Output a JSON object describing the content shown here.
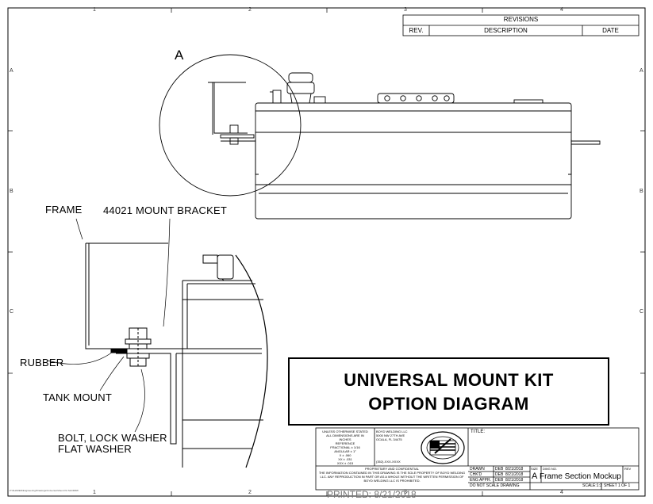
{
  "revisions": {
    "heading": "REVISIONS",
    "col_rev": "REV.",
    "col_description": "DESCRIPTION",
    "col_date": "DATE"
  },
  "zones": {
    "top": [
      "1",
      "2",
      "3",
      "4"
    ],
    "bottom": [
      "1",
      "2",
      "3",
      "4"
    ],
    "left": [
      "A",
      "B",
      "C"
    ],
    "right": [
      "A",
      "B",
      "C"
    ]
  },
  "detail_label": "A",
  "callouts": {
    "frame": "FRAME",
    "mount_bracket": "44021 MOUNT BRACKET",
    "rubber": "RUBBER",
    "tank_mount": "TANK MOUNT",
    "bolt_line1": "BOLT, LOCK WASHER",
    "bolt_line2": "FLAT WASHER"
  },
  "title": {
    "line1": "UNIVERSAL MOUNT KIT",
    "line2": "OPTION DIAGRAM"
  },
  "title_block": {
    "tolerance_lines": [
      "UNLESS OTHERWISE STATED",
      "ALL DIMENSIONS ARE IN",
      "INCHES",
      "REFERENCE",
      "FRACTIONAL ± 1/16",
      "ANGULAR ± 1°",
      "X ± .060",
      "XX ± .031",
      "XXX ± .015"
    ],
    "company_lines": [
      "BOYD WELDING LLC",
      "5000 NW 27TH AVE",
      "OCALA, FL 34475"
    ],
    "phone": "(352)-XXX-XXXX",
    "title_label": "TITLE:",
    "drawn_label": "DRAWN",
    "drawn_by": "DEB",
    "drawn_date": "8/21/2018",
    "chkd_label": "CHK'D",
    "chkd_by": "DEB",
    "chkd_date": "8/21/2018",
    "eng_label": "ENG APPR.",
    "eng_by": "DEB",
    "eng_date": "8/21/2018",
    "size_label": "SIZE",
    "size": "A",
    "dwg_label": "DWG NO.",
    "dwg_no": "Frame Section Mockup",
    "rev_label": "REV",
    "do_not_scale": "DO NOT SCALE DRAWING",
    "scale": "SCALE:1:3",
    "sheet": "SHEET 1 OF 1",
    "proprietary_heading": "PROPRIETARY AND CONFIDENTIAL",
    "proprietary_text": "THE INFORMATION CONTAINED IN THIS DRAWING IS THE SOLE PROPERTY OF BOYD WELDING LLC. ANY REPRODUCTION IN PART OR AS A WHOLE WITHOUT THE WRITTEN PERMISSION OF BOYD WELDING LLC IS PROHIBITED."
  },
  "printed": "PRINTED: 8/21/2018",
  "file_path": "Z:\\SHARED\\Engineering\\Drawings\\Universal Mount Kit.SLDDRW"
}
